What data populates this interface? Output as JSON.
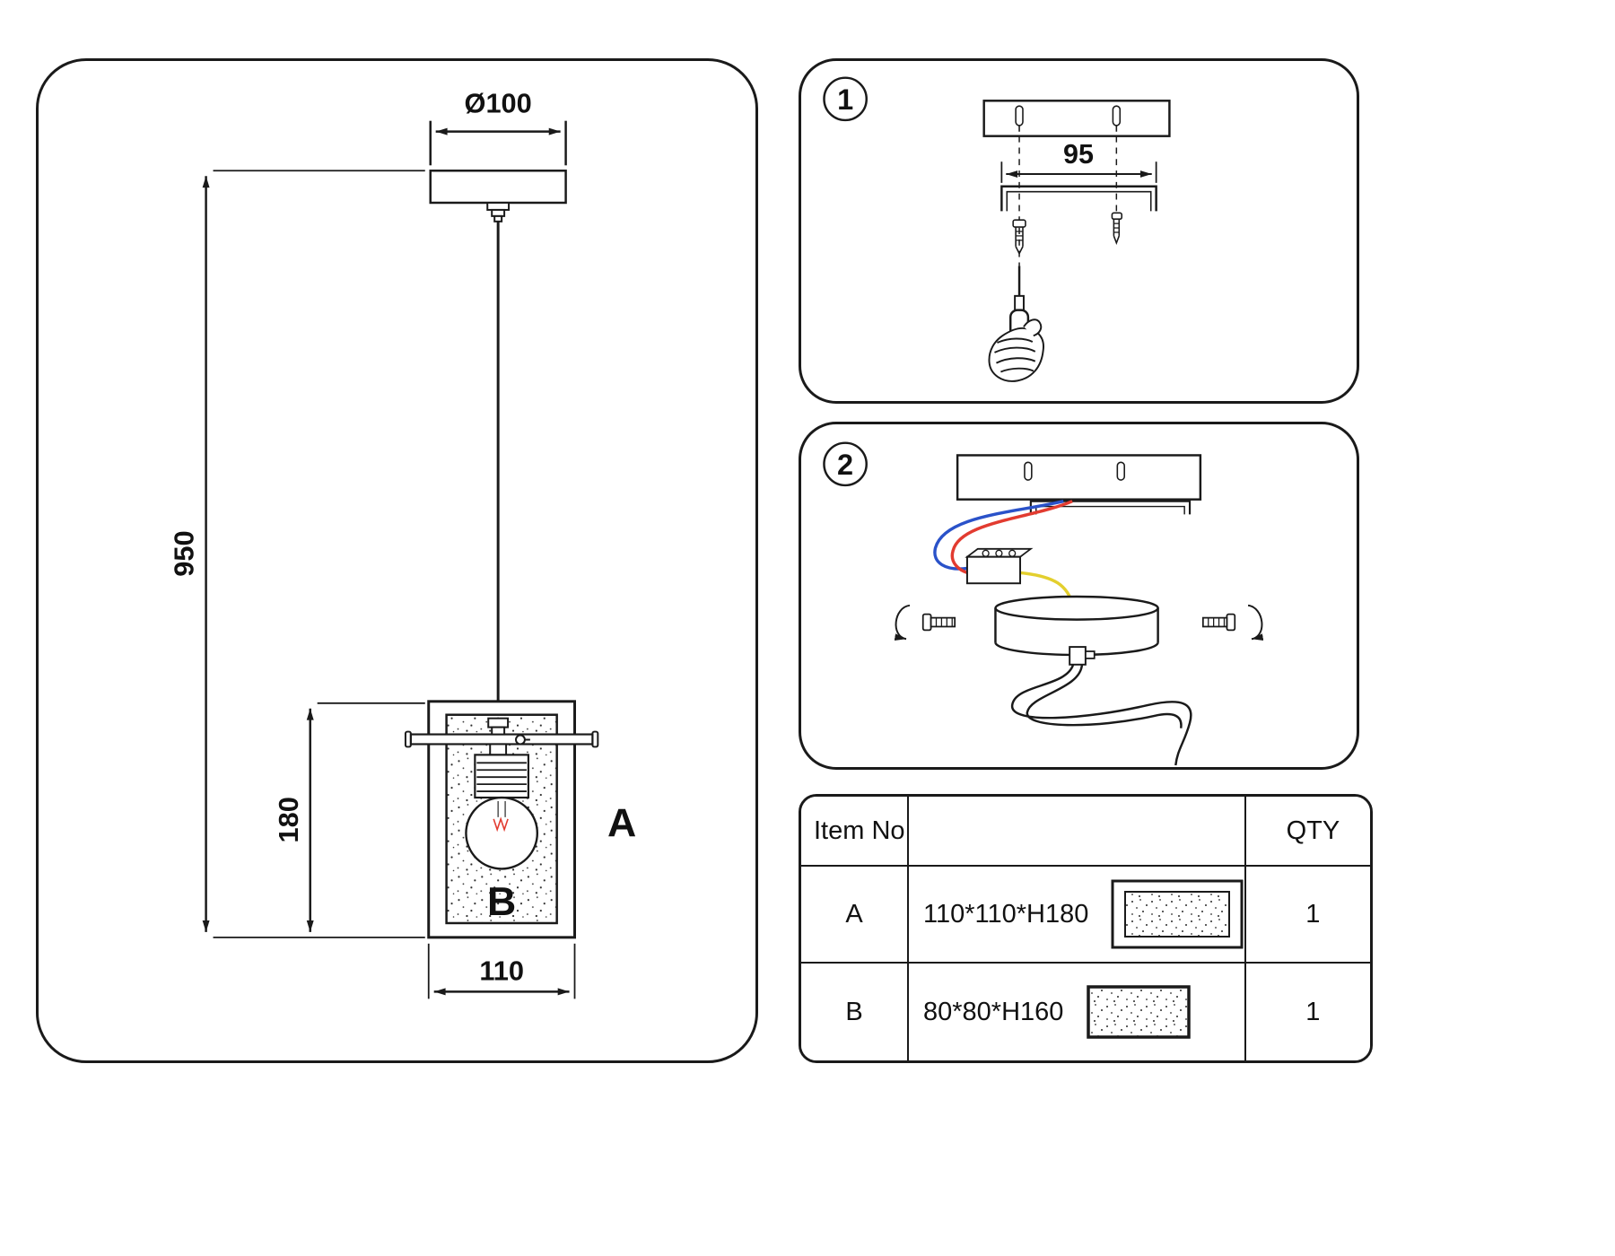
{
  "main_diagram": {
    "dim_diameter": "Ø100",
    "dim_total_height": "950",
    "dim_shade_height": "180",
    "dim_shade_width": "110",
    "label_a": "A",
    "label_b": "B"
  },
  "steps": [
    {
      "number": "1",
      "dim_bracket_width": "95"
    },
    {
      "number": "2"
    }
  ],
  "parts_table": {
    "header_item": "Item No",
    "header_qty": "QTY",
    "rows": [
      {
        "item": "A",
        "size": "110*110*H180",
        "qty": "1"
      },
      {
        "item": "B",
        "size": "80*80*H160",
        "qty": "1"
      }
    ]
  },
  "colors": {
    "line": "#1a1a1a",
    "wire_blue": "#2a52c9",
    "wire_red": "#e23b30",
    "wire_yellow": "#e3cf2e"
  }
}
